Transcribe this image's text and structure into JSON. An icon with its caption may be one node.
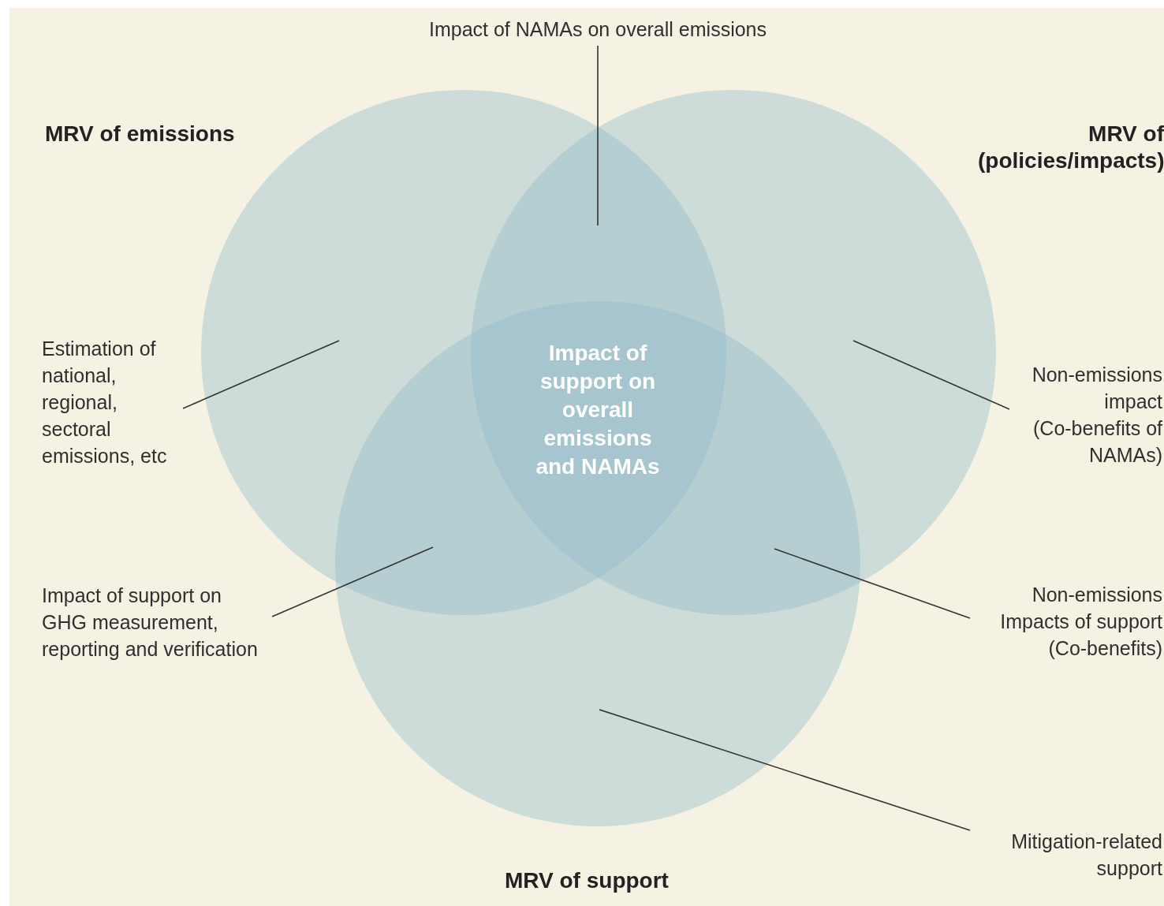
{
  "diagram": {
    "nodes": [
      {
        "text": [
          "MRV of emissions"
        ]
      },
      {
        "text": [
          "MRV of (policies/impacts)"
        ]
      },
      {
        "text": [
          "MRV of support"
        ]
      },
      {
        "text": [
          "Impact of NAMAs on overall emissions"
        ]
      },
      {
        "text": [
          "Estimation of national, regional, sectoral emissions, etc"
        ]
      },
      {
        "text": [
          "Non-emissions impact (Co-benefits of NAMAs)"
        ]
      },
      {
        "text": [
          "Impact of support on GHG measurement, reporting and verification"
        ]
      },
      {
        "text": [
          "Non-emissions Impacts of support (Co-benefits)"
        ]
      },
      {
        "text": [
          "Mitigation-related support"
        ]
      }
    ],
    "edges": [
      {
        "from": 3,
        "to": 0,
        "arrow": "none"
      },
      {
        "from": 4,
        "to": 0,
        "arrow": "none"
      },
      {
        "from": 5,
        "to": 1,
        "arrow": "none"
      },
      {
        "from": 6,
        "to": 0,
        "arrow": "none"
      },
      {
        "from": 7,
        "to": 1,
        "arrow": "none"
      },
      {
        "from": 8,
        "to": 2,
        "arrow": "none"
      }
    ],
    "labels": [
      "Impact of support on overall emissions and NAMAs"
    ]
  }
}
